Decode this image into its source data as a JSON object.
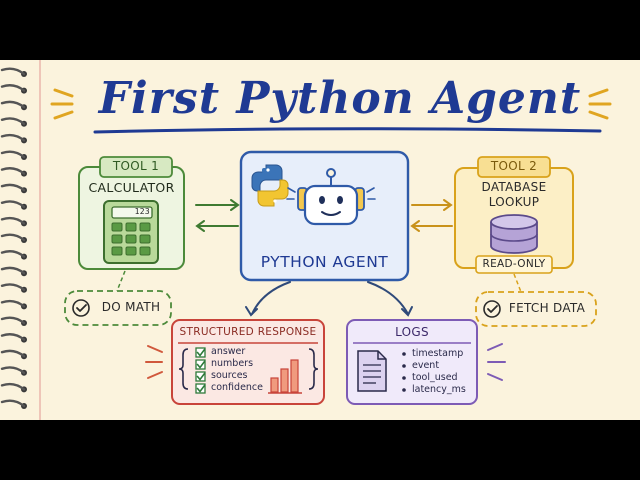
{
  "title": "First Python Agent",
  "agent": {
    "label": "PYTHON AGENT"
  },
  "tool1": {
    "tag": "TOOL 1",
    "name": "CALCULATOR",
    "display": "123",
    "note": "DO MATH"
  },
  "tool2": {
    "tag": "TOOL 2",
    "name_line1": "DATABASE",
    "name_line2": "LOOKUP",
    "badge": "READ-ONLY",
    "note": "FETCH DATA"
  },
  "response": {
    "title": "STRUCTURED RESPONSE",
    "items": [
      "answer",
      "numbers",
      "sources",
      "confidence"
    ]
  },
  "logs": {
    "title": "LOGS",
    "items": [
      "timestamp",
      "event",
      "tool_used",
      "latency_ms"
    ]
  },
  "colors": {
    "paper": "#fbf3dd",
    "title": "#1f3a93",
    "agent": "#2f5aa8",
    "agent_fill": "#e7eefa",
    "tool1": "#4c8a3a",
    "tool2": "#d9a21b",
    "response": "#c8443a",
    "logs": "#7d5bb5"
  },
  "icons": [
    "python-logo-icon",
    "robot-icon",
    "calculator-icon",
    "database-icon",
    "check-icon",
    "document-icon",
    "bar-chart-icon"
  ]
}
